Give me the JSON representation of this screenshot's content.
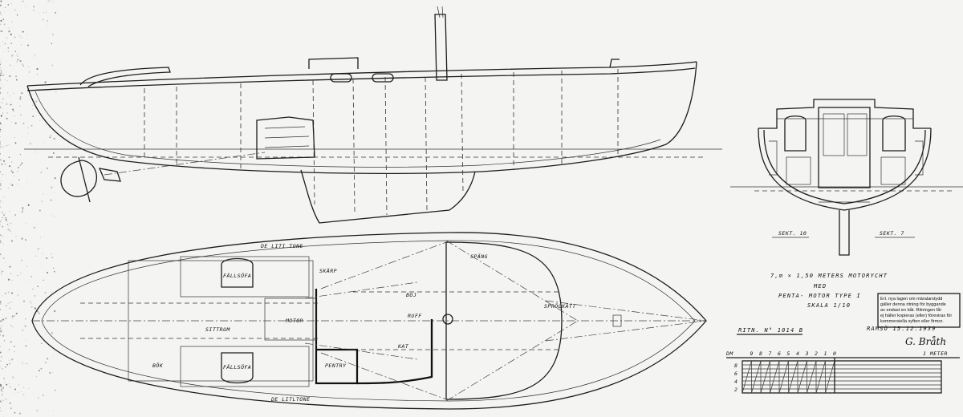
{
  "labels": {
    "deck_rail_top": "DE LITI TONE",
    "deck_rail_bottom": "DE LITLTONE",
    "sofa_top": "FÄLLSÖFA",
    "sofa_bottom": "FÄLLSÖFA",
    "skarp": "SKÄRP",
    "sittrum": "SITTRUM",
    "motor": "MOTOR",
    "bok": "BÖK",
    "pentry": "PENTRY",
    "kat": "KAT",
    "ruff": "RUFF",
    "boj": "BOJ",
    "spang": "SPÄNG",
    "forepeak": "SPRÖLKÄTT",
    "section_left": "SEKT. 10",
    "section_right": "SEKT. 7"
  },
  "title_block": {
    "line1": "7,m × 1,50 METERS MOTORYCHT",
    "line2": "MED",
    "line3": "PENTA- MOTOR TYPE I",
    "line4": "SKALA 1/10",
    "drawing_no": "RITN. N° 1014 B",
    "date": "RAMSÖ 15.12.1939",
    "signature": "G. Bråth"
  },
  "notice": {
    "lines": [
      "Erl. nya lagen om märalarstydd",
      "gäller denna ritning för byggande",
      "av endast en båt. Ritningen får",
      "ej häller kopieras (eller) föreviras för",
      "kommersiella syften eller firmor."
    ]
  },
  "scale_bar": {
    "left_label": "DM",
    "numbers": [
      "9",
      "8",
      "7",
      "6",
      "5",
      "4",
      "3",
      "2",
      "1",
      "0"
    ],
    "right_label": "1 METER",
    "row_numbers": [
      "8",
      "6",
      "4",
      "2"
    ]
  }
}
